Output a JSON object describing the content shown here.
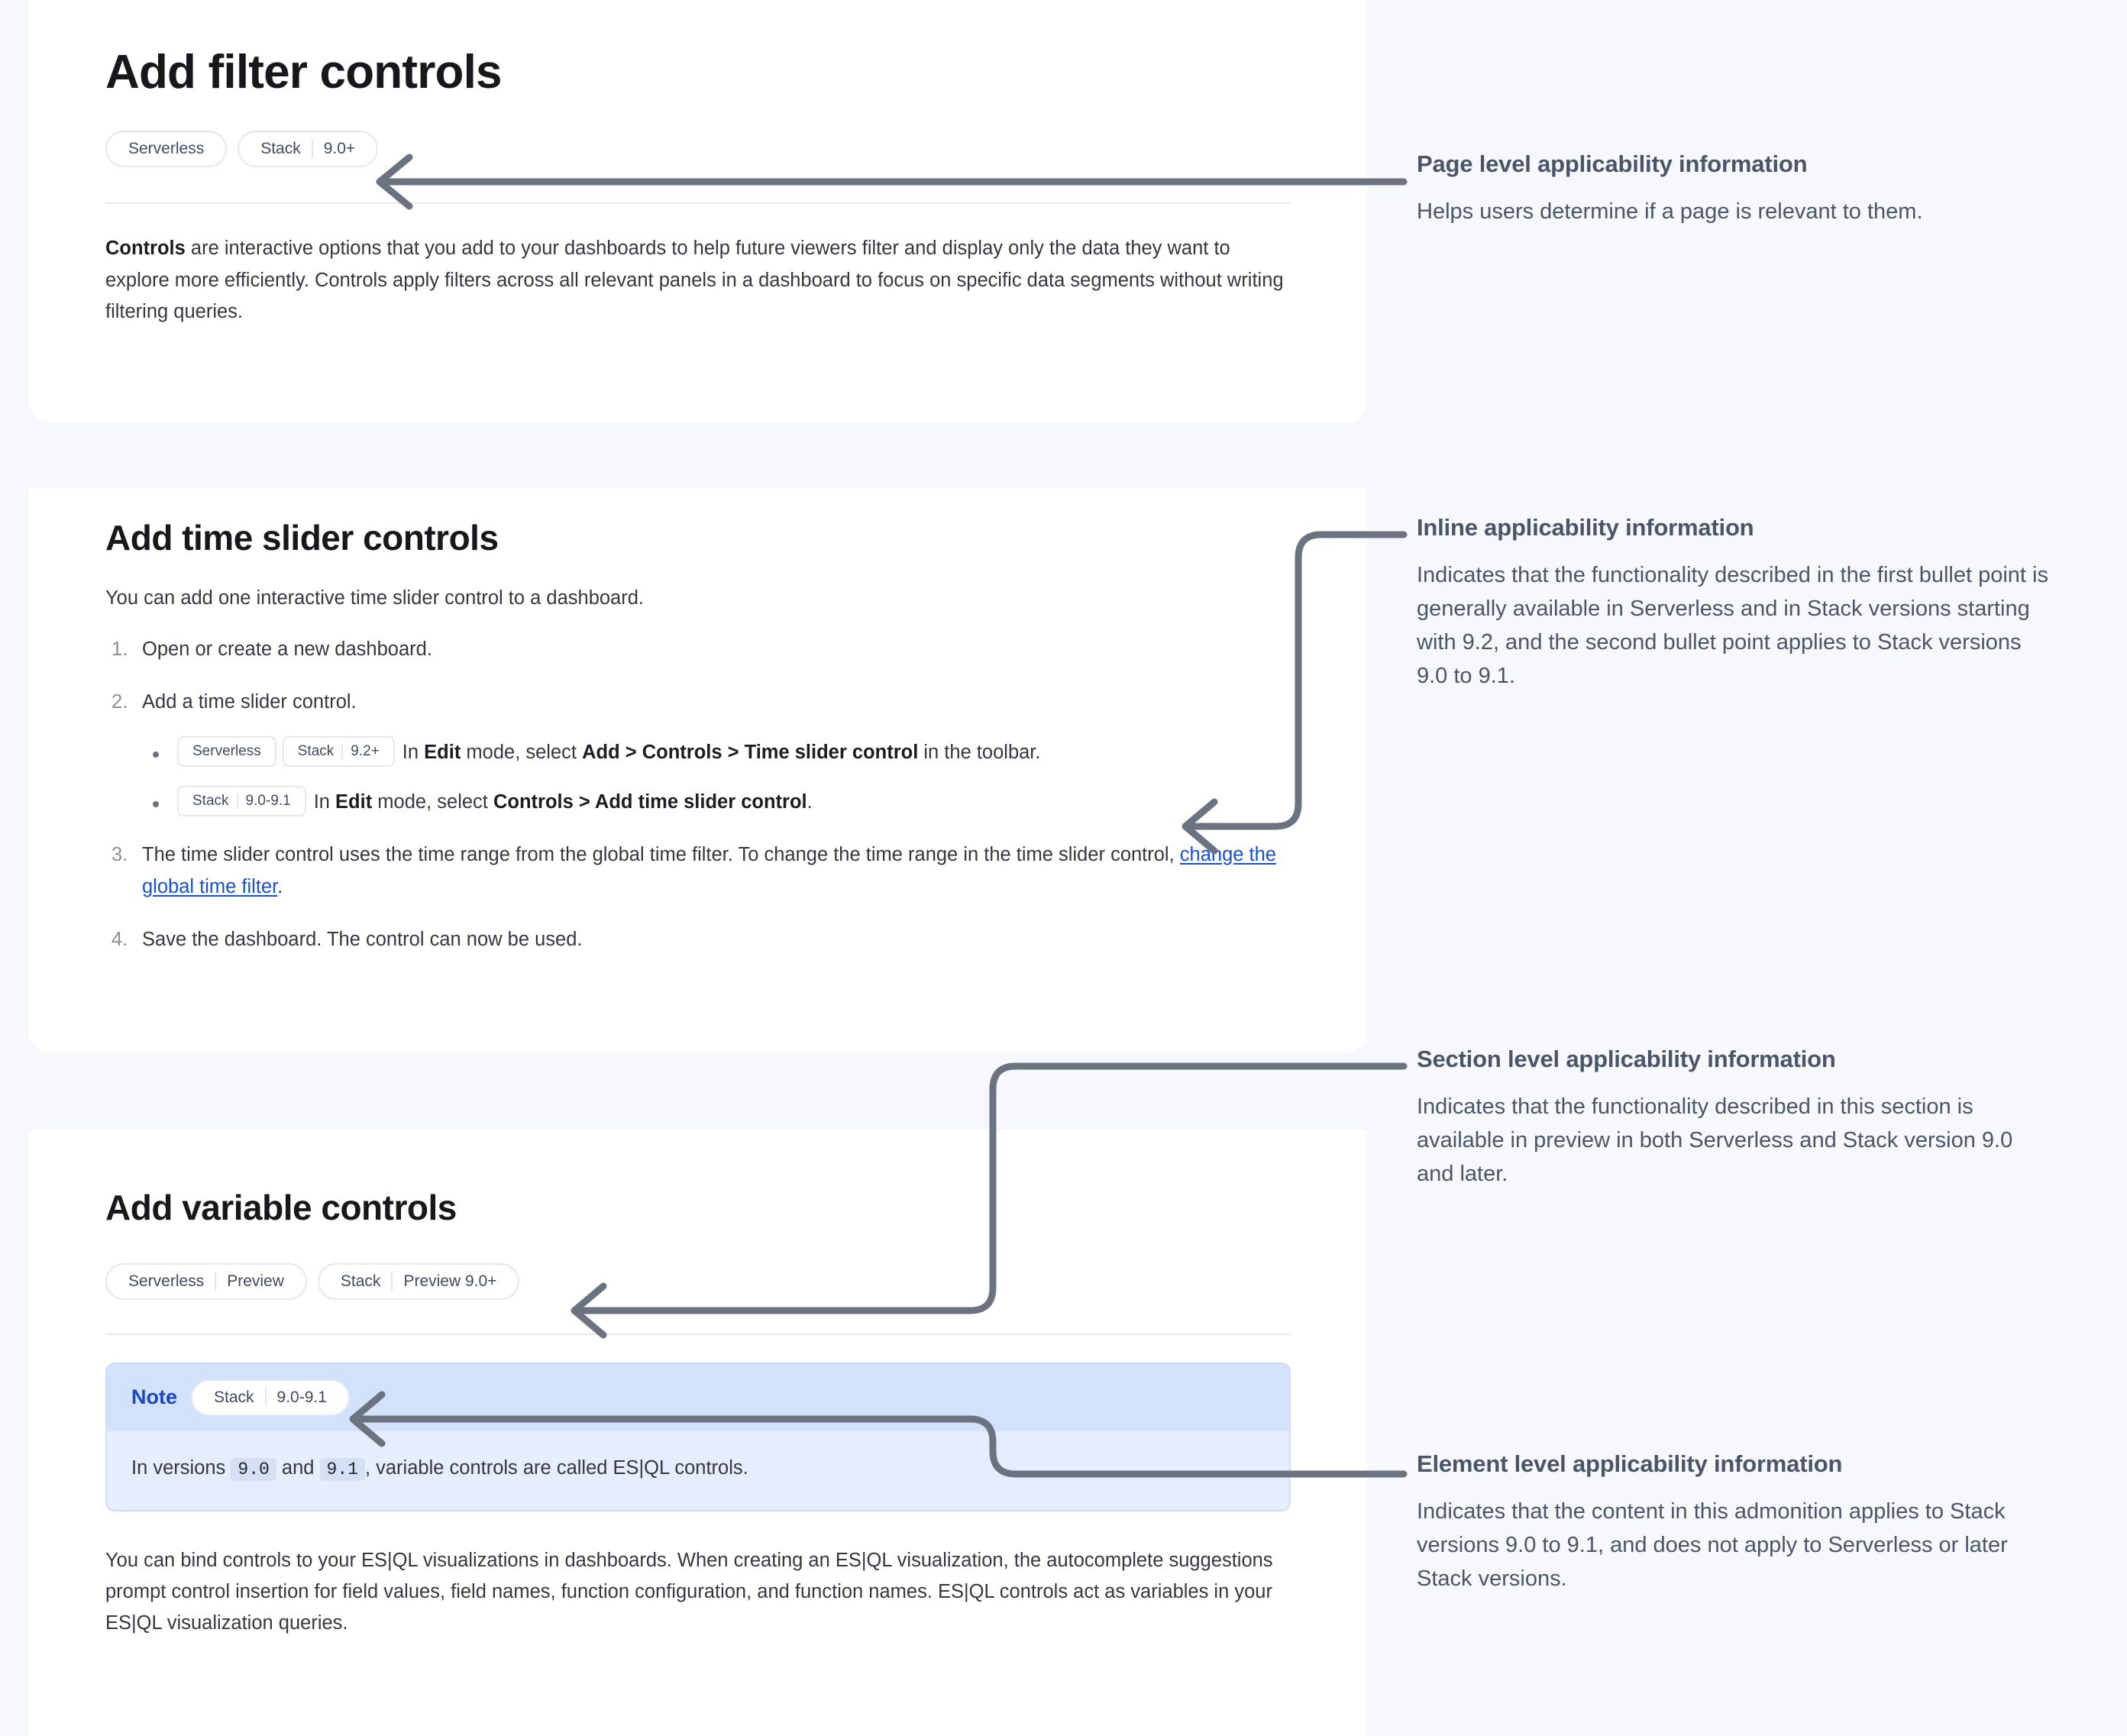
{
  "page": {
    "title": "Add filter controls",
    "applicability": [
      {
        "segments": [
          "Serverless"
        ]
      },
      {
        "segments": [
          "Stack",
          "9.0+"
        ]
      }
    ],
    "intro_lead": "Controls",
    "intro_rest": " are interactive options that you add to your dashboards to help future viewers filter and display only the data they want to explore more efficiently. Controls apply filters across all relevant panels in a dashboard to focus on specific data segments without writing filtering queries."
  },
  "time_slider_section": {
    "title": "Add time slider controls",
    "lead": "You can add one interactive time slider control to a dashboard.",
    "steps": [
      {
        "text": "Open or create a new dashboard."
      },
      {
        "text": "Add a time slider control.",
        "bullets": [
          {
            "badges": [
              {
                "segments": [
                  "Serverless"
                ]
              },
              {
                "segments": [
                  "Stack",
                  "9.2+"
                ]
              }
            ],
            "parts": [
              {
                "t": "In ",
                "b": false
              },
              {
                "t": "Edit",
                "b": true
              },
              {
                "t": " mode, select ",
                "b": false
              },
              {
                "t": "Add",
                "b": true
              },
              {
                "t": " > ",
                "b": true
              },
              {
                "t": "Controls",
                "b": true
              },
              {
                "t": " > ",
                "b": true
              },
              {
                "t": "Time slider control",
                "b": true
              },
              {
                "t": " in the toolbar.",
                "b": false
              }
            ]
          },
          {
            "badges": [
              {
                "segments": [
                  "Stack",
                  "9.0-9.1"
                ]
              }
            ],
            "parts": [
              {
                "t": "In ",
                "b": false
              },
              {
                "t": "Edit",
                "b": true
              },
              {
                "t": " mode, select ",
                "b": false
              },
              {
                "t": "Controls",
                "b": true
              },
              {
                "t": " > ",
                "b": true
              },
              {
                "t": "Add time slider control",
                "b": true
              },
              {
                "t": ".",
                "b": false
              }
            ]
          }
        ]
      },
      {
        "text_before_link": "The time slider control uses the time range from the global time filter. To change the time range in the time slider control, ",
        "link_text": "change the global time filter",
        "text_after_link": "."
      },
      {
        "text": "Save the dashboard. The control can now be used."
      }
    ]
  },
  "variable_section": {
    "title": "Add variable controls",
    "applicability": [
      {
        "segments": [
          "Serverless",
          "Preview"
        ]
      },
      {
        "segments": [
          "Stack",
          "Preview 9.0+"
        ]
      }
    ],
    "note": {
      "label": "Note",
      "badges": [
        {
          "segments": [
            "Stack",
            "9.0-9.1"
          ]
        }
      ],
      "body_parts": [
        {
          "t": "In versions ",
          "code": false
        },
        {
          "t": "9.0",
          "code": true
        },
        {
          "t": " and ",
          "code": false
        },
        {
          "t": "9.1",
          "code": true
        },
        {
          "t": ", variable controls are called ES|QL controls.",
          "code": false
        }
      ]
    },
    "closing_paragraph": "You can bind controls to your ES|QL visualizations in dashboards. When creating an ES|QL visualization, the autocomplete suggestions prompt control insertion for field values, field names, function configuration, and function names. ES|QL controls act as variables in your ES|QL visualization queries."
  },
  "annotations": [
    {
      "title": "Page level applicability information",
      "body": "Helps users determine if a page is relevant to them."
    },
    {
      "title": "Inline applicability information",
      "body": "Indicates that the functionality described in the first bullet point is generally available in Serverless and in Stack versions starting with 9.2, and the second bullet point applies to Stack versions 9.0 to 9.1."
    },
    {
      "title": "Section level applicability information",
      "body": "Indicates that the functionality described in this section is available in preview in both Serverless and Stack version 9.0 and later."
    },
    {
      "title": "Element level applicability information",
      "body": "Indicates that the content in this admonition applies to Stack versions 9.0 to 9.1, and does not apply to Serverless or later Stack versions."
    }
  ],
  "colors": {
    "page_background": "#f6f8fb",
    "card_background": "#ffffff",
    "annotation_text": "#4a5568",
    "arrow": "#6b7280",
    "link": "#1750d8",
    "note_header": "#d3e2fb",
    "note_body": "#e6edfd",
    "note_label": "#1b47bd",
    "badge_border": "#e4e8f0",
    "badge_text": "#3f4a63"
  }
}
